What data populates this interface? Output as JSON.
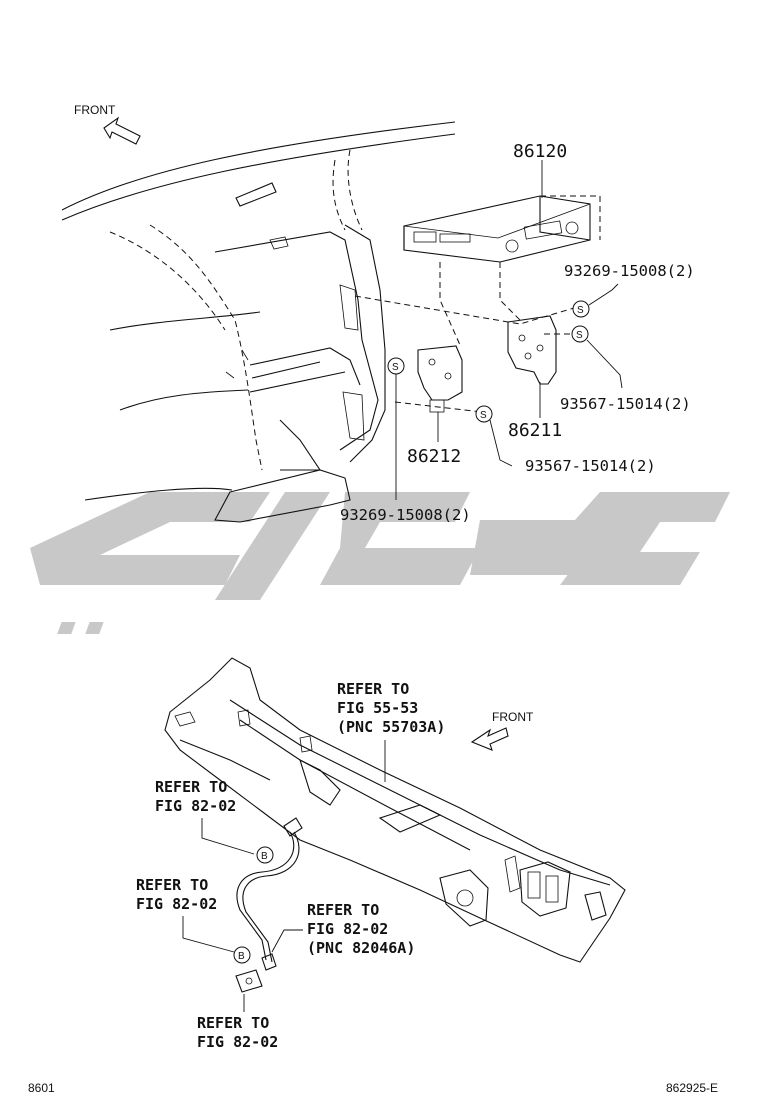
{
  "front_labels": [
    "FRONT",
    "FRONT"
  ],
  "parts": {
    "p86120": "86120",
    "p86211": "86211",
    "p86212": "86212",
    "s_93269_top": "93269-15008(2)",
    "s_93567_right": "93567-15014(2)",
    "s_93567_mid": "93567-15014(2)",
    "s_93269_bottom": "93269-15008(2)"
  },
  "refs": {
    "ref_55_53": [
      "REFER TO",
      "FIG 55-53",
      "(PNC 55703A)"
    ],
    "ref_82_02_a": [
      "REFER TO",
      "FIG 82-02"
    ],
    "ref_82_02_b": [
      "REFER TO",
      "FIG 82-02"
    ],
    "ref_82_02_pnc": [
      "REFER TO",
      "FIG 82-02",
      "(PNC 82046A)"
    ],
    "ref_82_02_c": [
      "REFER TO",
      "FIG 82-02"
    ]
  },
  "symbols": {
    "screw": "S",
    "bolt": "B"
  },
  "footer": {
    "left": "8601",
    "right": "862925-E"
  }
}
